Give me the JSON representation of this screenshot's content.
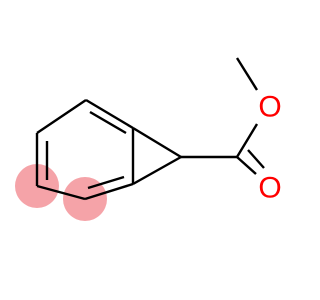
{
  "diagram": {
    "type": "structural-formula",
    "colors": {
      "background": "#ffffff",
      "bond": "#000000",
      "oxygen": "#ff0000",
      "highlight": "#f5a3a8"
    },
    "atoms": {
      "ester_o": {
        "symbol": "O",
        "color": "#ff0000"
      },
      "carbonyl_o": {
        "symbol": "O",
        "color": "#ff0000"
      }
    },
    "highlighted_atoms": [
      "ring-carbon-lower-left",
      "ring-carbon-bottom"
    ]
  }
}
